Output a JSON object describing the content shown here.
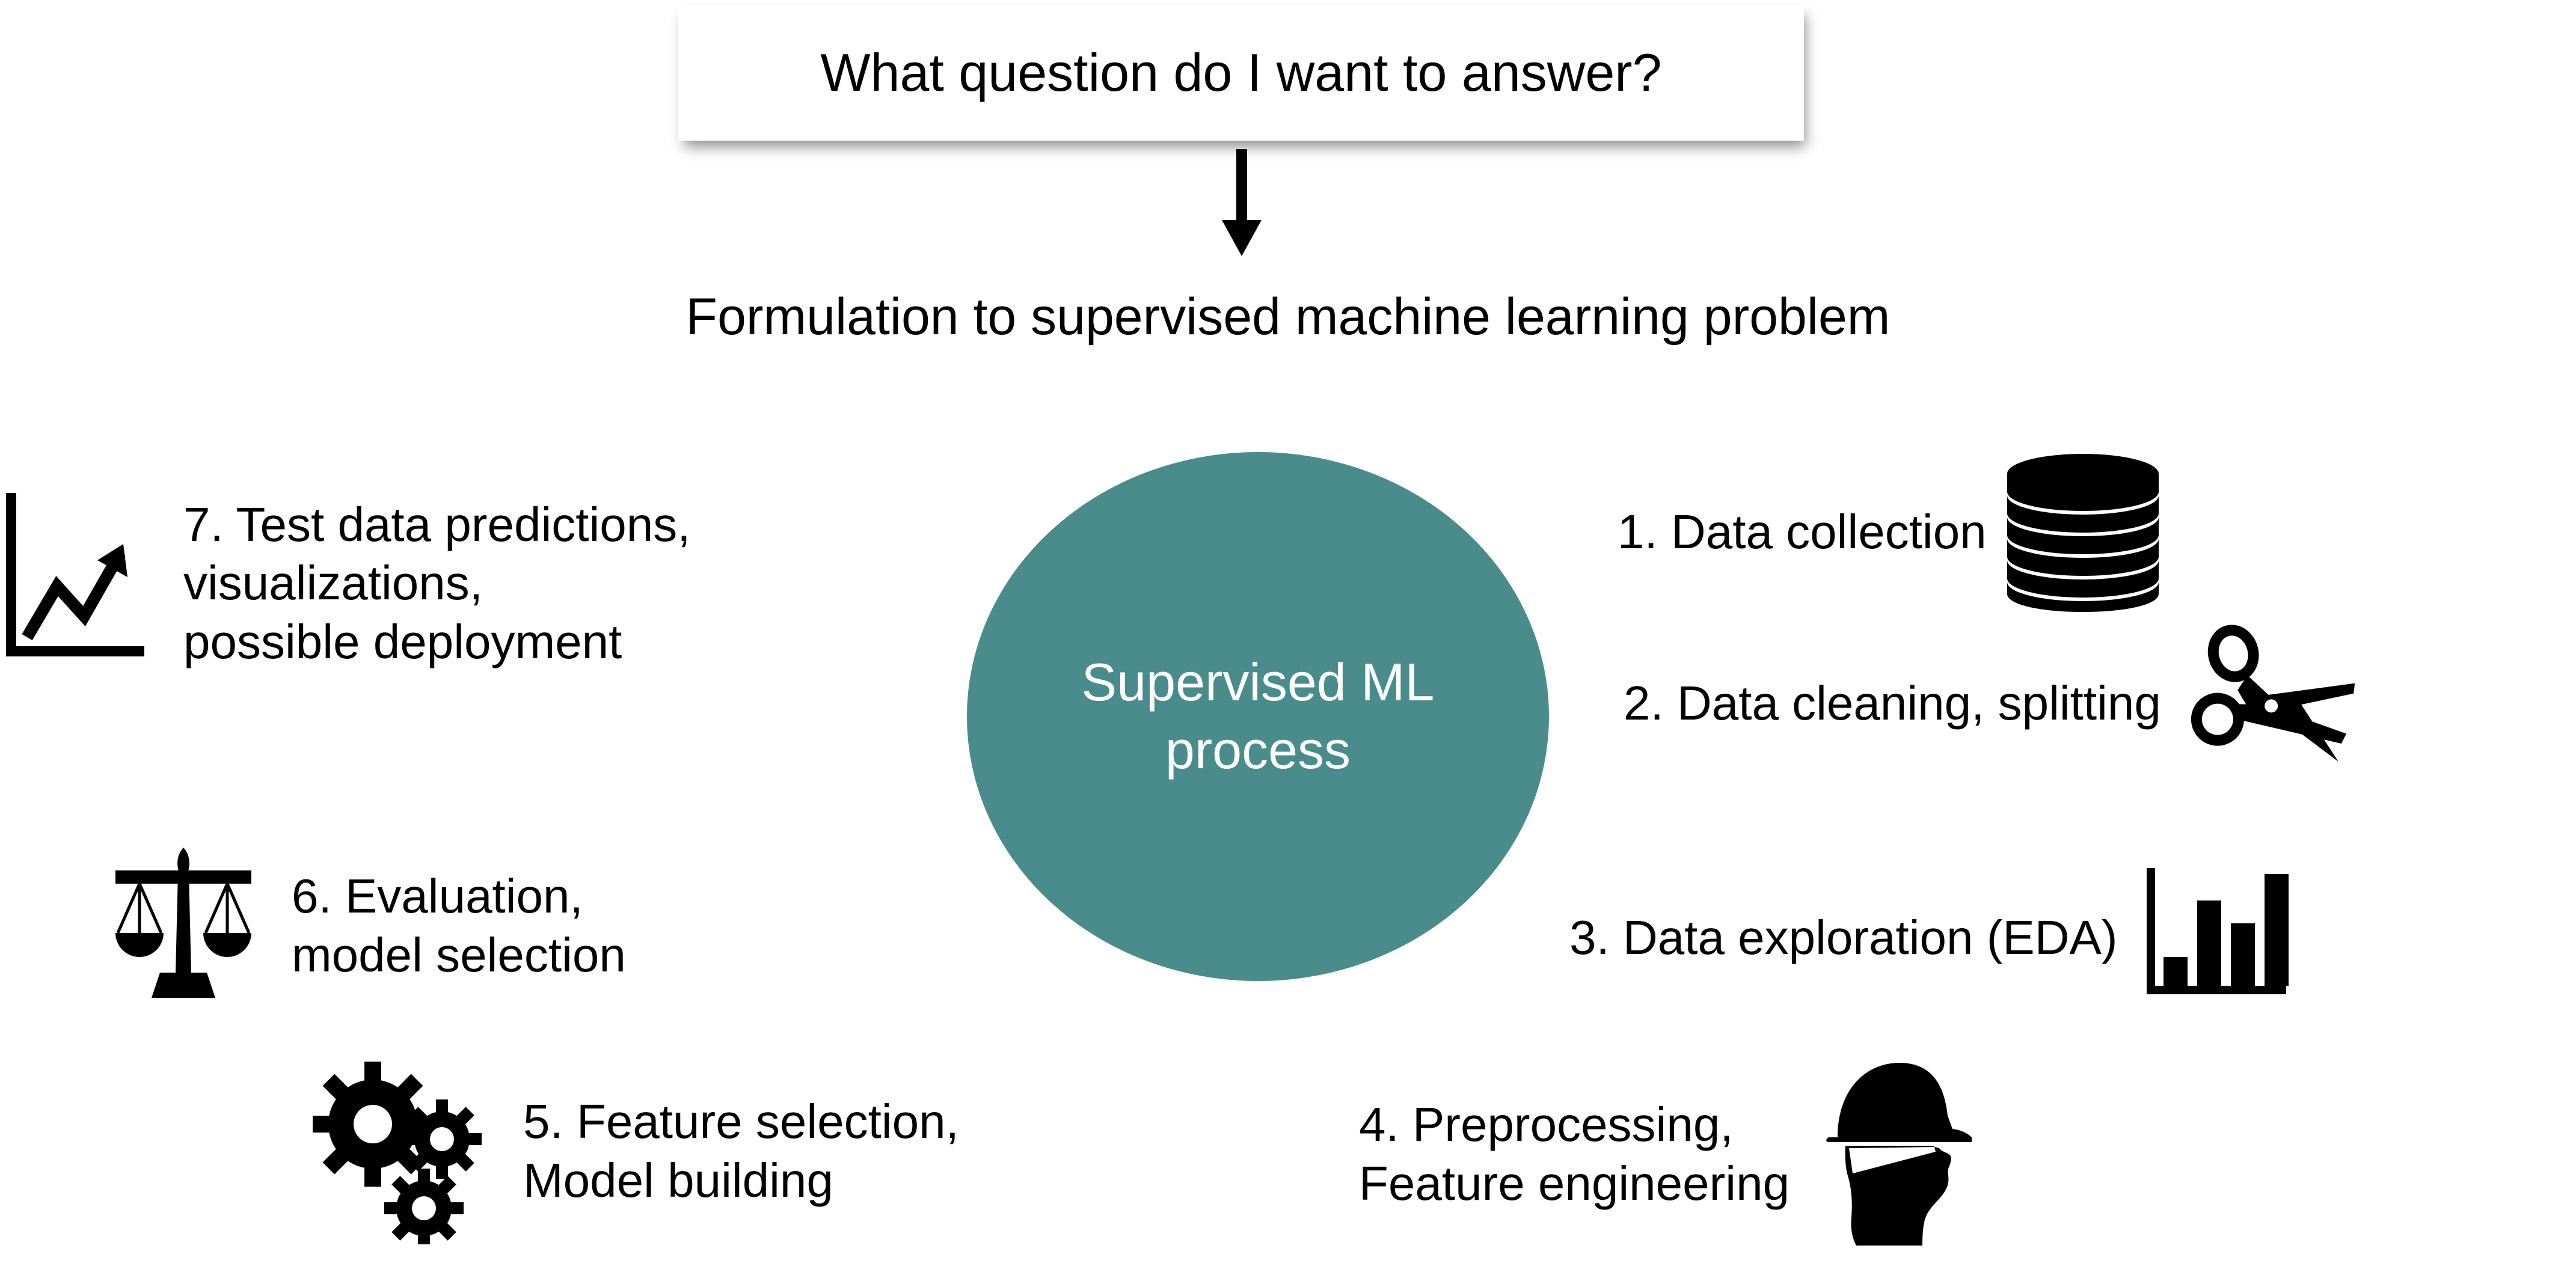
{
  "diagram": {
    "question_box": {
      "text": "What question do I want to answer?"
    },
    "arrow": {
      "icon": "arrow-down-icon",
      "direction": "down"
    },
    "formulation": {
      "text": "Formulation to supervised machine learning problem"
    },
    "center": {
      "label_line1": "Supervised ML",
      "label_line2": "process",
      "fill_color": "#4A8C8C",
      "text_color": "#FFFFFF"
    },
    "steps": [
      {
        "number": "1.",
        "lines": [
          "1. Data collection"
        ],
        "icon": "database-stack-icon"
      },
      {
        "number": "2.",
        "lines": [
          "2. Data cleaning, splitting"
        ],
        "icon": "scissors-icon"
      },
      {
        "number": "3.",
        "lines": [
          "3. Data exploration (EDA)"
        ],
        "icon": "bar-chart-icon"
      },
      {
        "number": "4.",
        "lines": [
          "4. Preprocessing,",
          "Feature engineering"
        ],
        "icon": "hardhat-worker-icon"
      },
      {
        "number": "5.",
        "lines": [
          "5. Feature selection,",
          "Model building"
        ],
        "icon": "gears-icon"
      },
      {
        "number": "6.",
        "lines": [
          "6. Evaluation,",
          "model selection"
        ],
        "icon": "balance-scale-icon"
      },
      {
        "number": "7.",
        "lines": [
          "7. Test data predictions,",
          "visualizations,",
          "possible deployment"
        ],
        "icon": "line-chart-trend-icon"
      }
    ],
    "eda_chart_bars": [
      25,
      68,
      50,
      92
    ]
  }
}
